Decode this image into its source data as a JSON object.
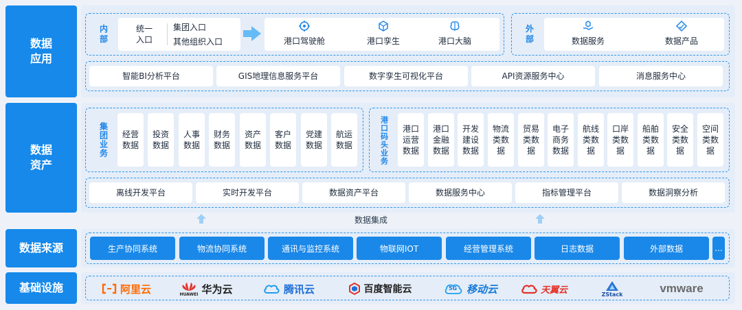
{
  "layers": {
    "app": "数据\n应用",
    "assets": "数据\n资产",
    "sources": "数据来源",
    "infra": "基础设施"
  },
  "app": {
    "internal_tag": "内\n部",
    "unified_entry": "统一\n入口",
    "group_entry": "集团入口",
    "other_entry": "其他组织入口",
    "internal_items": [
      "港口驾驶舱",
      "港口孪生",
      "港口大脑"
    ],
    "external_tag": "外\n部",
    "external_items": [
      "数据服务",
      "数据产品"
    ],
    "platforms": [
      "智能BI分析平台",
      "GIS地理信息服务平台",
      "数字孪生可视化平台",
      "API资源服务中心",
      "消息服务中心"
    ]
  },
  "assets": {
    "group_tag": "集团业务",
    "group_items": [
      "经营\n数据",
      "投资\n数据",
      "人事\n数据",
      "财务\n数据",
      "资产\n数据",
      "客户\n数据",
      "党建\n数据",
      "航运\n数据"
    ],
    "port_tag": "港口码头业务",
    "port_items": [
      "港口\n运营\n数据",
      "港口\n金融\n数据",
      "开发\n建设\n数据",
      "物流\n类数\n据",
      "贸易\n类数\n据",
      "电子\n商务\n数据",
      "航线\n类数\n据",
      "口岸\n类数\n据",
      "船舶\n类数\n据",
      "安全\n类数\n据",
      "空间\n类数\n据"
    ],
    "platforms": [
      "离线开发平台",
      "实时开发平台",
      "数据资产平台",
      "数据服务中心",
      "指标管理平台",
      "数据洞察分析"
    ]
  },
  "integration_label": "数据集成",
  "sources": {
    "items": [
      "生产协同系统",
      "物流协同系统",
      "通讯与监控系统",
      "物联网IOT",
      "经营管理系统",
      "日志数据",
      "外部数据"
    ],
    "more": "..."
  },
  "infra": {
    "logos": [
      {
        "name": "阿里云",
        "icon": "aliyun-bracket-icon",
        "color": "#ff6a00"
      },
      {
        "name": "华为云",
        "icon": "huawei-petal-icon",
        "color": "#222222",
        "sub": "HUAWEI"
      },
      {
        "name": "腾讯云",
        "icon": "tencent-cloud-icon",
        "color": "#1f6fd6"
      },
      {
        "name": "百度智能云",
        "icon": "baidu-cube-icon",
        "color": "#222222"
      },
      {
        "name": "移动云",
        "icon": "mobile-cloud-icon",
        "color": "#1479d9",
        "badge": "5G"
      },
      {
        "name": "天翼云",
        "icon": "tianyi-cloud-icon",
        "color": "#e4322a"
      },
      {
        "name": "ZStack",
        "icon": "zstack-icon",
        "color": "#1d4f9e"
      },
      {
        "name": "vmware",
        "icon": "vmware-wordmark",
        "color": "#6a6a6a"
      }
    ]
  }
}
